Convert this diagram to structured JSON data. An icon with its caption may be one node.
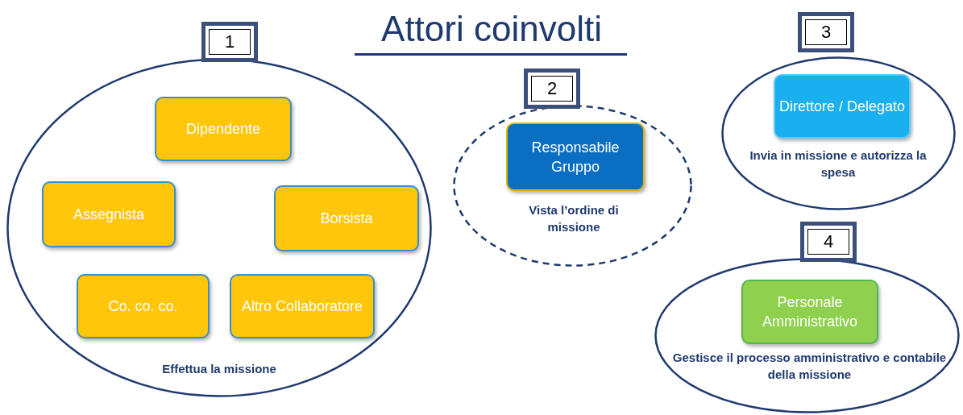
{
  "diagram": {
    "title": "Attori coinvolti",
    "nodes": [
      {
        "text": [
          "1",
          "Effettua la missione"
        ]
      },
      {
        "text": [
          "Dipendente"
        ],
        "in": 0
      },
      {
        "text": [
          "Assegnista"
        ],
        "in": 0
      },
      {
        "text": [
          "Borsista"
        ],
        "in": 0
      },
      {
        "text": [
          "Co. co. co."
        ],
        "in": 0
      },
      {
        "text": [
          "Altro Collaboratore"
        ],
        "in": 0
      },
      {
        "text": [
          "2",
          "Vista l’ordine di missione"
        ]
      },
      {
        "text": [
          "Responsabile Gruppo"
        ],
        "in": 6
      },
      {
        "text": [
          "3",
          "Invia in missione e autorizza la spesa"
        ]
      },
      {
        "text": [
          "Direttore / Delegato"
        ],
        "in": 8
      },
      {
        "text": [
          "4",
          "Gestisce il processo amministrativo e contabile della missione"
        ]
      },
      {
        "text": [
          "Personale Amministrativo"
        ],
        "in": 10
      }
    ],
    "edges": []
  }
}
